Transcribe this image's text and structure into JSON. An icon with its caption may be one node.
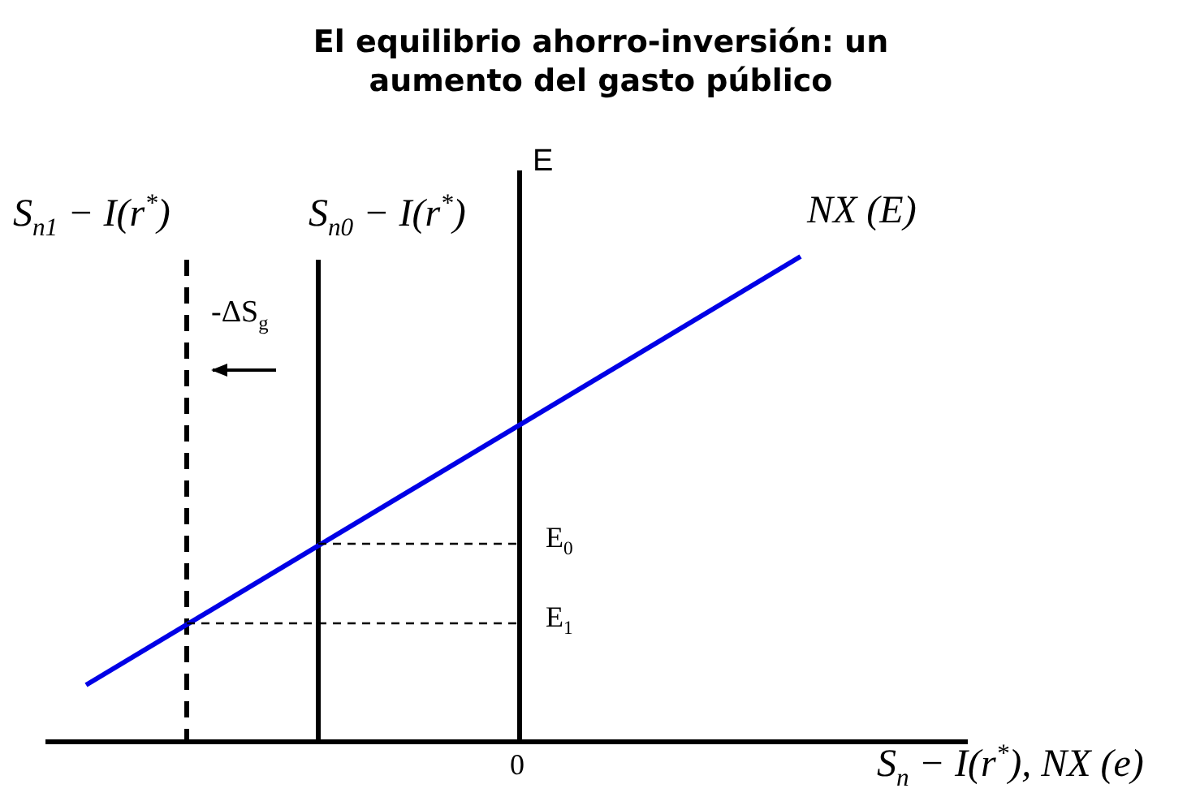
{
  "diagram": {
    "title": "El equilibrio ahorro-inversión: un aumento del gasto público",
    "labels": [
      "E",
      "S$_{n1}$ − I(r$^{*}$)",
      "S$_{n0}$ − I(r$^{*}$)",
      "NX (E)",
      "-ΔS$_{g}$",
      "E$_{0}$",
      "E$_{1}$",
      "0",
      "S$_{n}$ − I(r$^{*}$), NX (e)"
    ]
  }
}
